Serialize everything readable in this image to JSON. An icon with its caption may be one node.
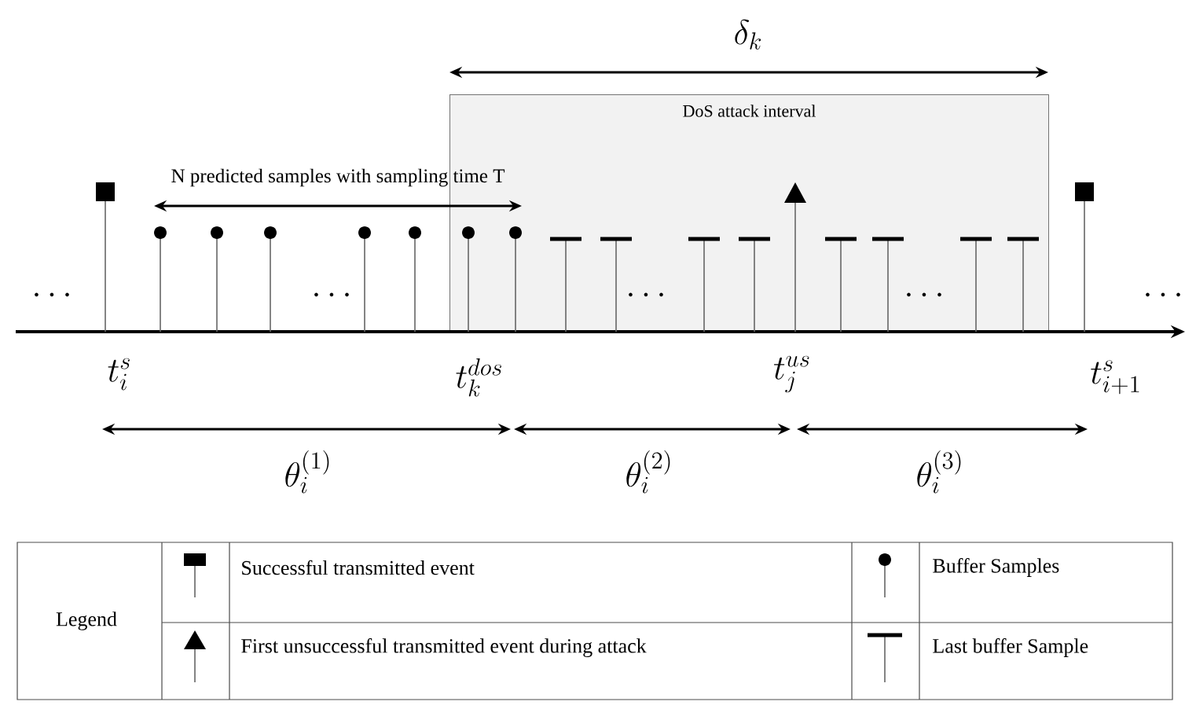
{
  "diagram": {
    "nodes": [
      {
        "text": [
          "DoS attack interval"
        ]
      }
    ],
    "edges": [],
    "labels": [
      "\\delta_k",
      "N predicted samples with  sampling time T",
      "\\cdots",
      "\\cdots",
      "\\cdots",
      "\\cdots",
      "\\cdots",
      "t_i^s",
      "t_k^{dos}",
      "t_j^{us}",
      "t_{i+1}^s",
      "\\theta_i^{(1)}",
      "\\theta_i^{(2)}",
      "\\theta_i^{(3)}",
      "Legend"
    ],
    "legend": [
      {
        "text": "Successful transmitted event"
      },
      {
        "text": "Buffer Samples"
      },
      {
        "text": "First unsuccessful transmitted event during attack"
      },
      {
        "text": "Last buffer Sample"
      }
    ]
  }
}
